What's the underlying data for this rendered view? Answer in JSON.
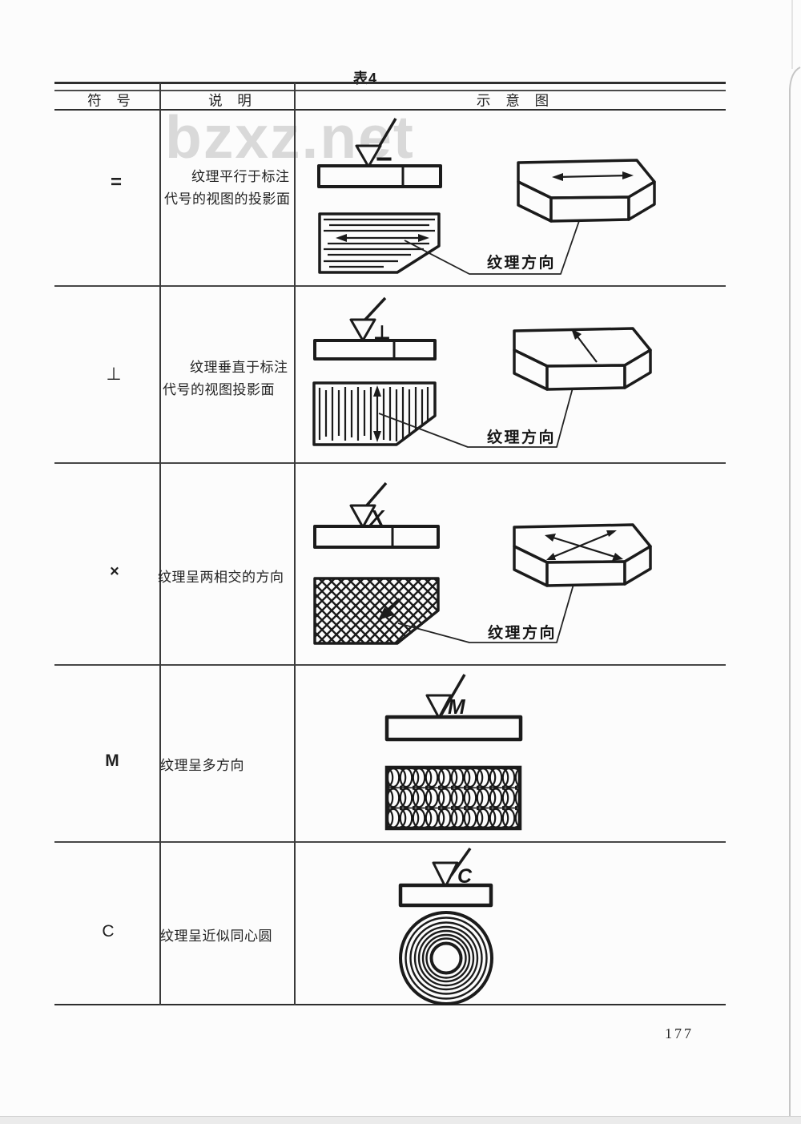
{
  "page": {
    "table_title": "表4",
    "page_number": "177",
    "watermark": "bzxz.net"
  },
  "table": {
    "headers": {
      "symbol": "符 号",
      "description": "说 明",
      "diagram": "示 意 图"
    },
    "rows": [
      {
        "symbol": "=",
        "mark": "=",
        "description_lines": [
          "纹理平行于标注",
          "代号的视图的投影面"
        ],
        "diagram_label": "纹理方向"
      },
      {
        "symbol": "⊥",
        "mark": "⊥",
        "description_lines": [
          "纹理垂直于标注",
          "代号的视图投影面"
        ],
        "diagram_label": "纹理方向"
      },
      {
        "symbol": "×",
        "mark": "X",
        "description_lines": [
          "纹理呈两相交的方向"
        ],
        "diagram_label": "纹理方向"
      },
      {
        "symbol": "M",
        "mark": "M",
        "description_lines": [
          "纹理呈多方向"
        ],
        "diagram_label": ""
      },
      {
        "symbol": "C",
        "mark": "C",
        "description_lines": [
          "纹理呈近似同心圆"
        ],
        "diagram_label": ""
      }
    ]
  },
  "colors": {
    "ink": "#1b1b1b",
    "paper": "#fcfcfc",
    "watermark": "#d9d9d9",
    "rule": "#2e2e2e"
  }
}
